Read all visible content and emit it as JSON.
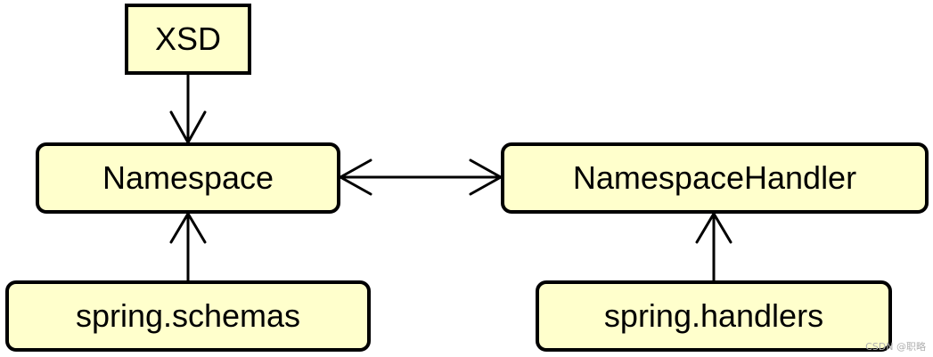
{
  "diagram": {
    "nodes": {
      "xsd": "XSD",
      "namespace": "Namespace",
      "namespace_handler": "NamespaceHandler",
      "spring_schemas": "spring.schemas",
      "spring_handlers": "spring.handlers"
    },
    "edges": [
      {
        "from": "xsd",
        "to": "namespace",
        "arrow": "end"
      },
      {
        "from": "spring_schemas",
        "to": "namespace",
        "arrow": "end"
      },
      {
        "from": "namespace",
        "to": "namespace_handler",
        "arrow": "both"
      },
      {
        "from": "spring_handlers",
        "to": "namespace_handler",
        "arrow": "end"
      }
    ],
    "colors": {
      "box_fill": "#ffffcc",
      "box_border": "#000000",
      "line": "#000000"
    }
  },
  "watermark": "CSDN @职略"
}
